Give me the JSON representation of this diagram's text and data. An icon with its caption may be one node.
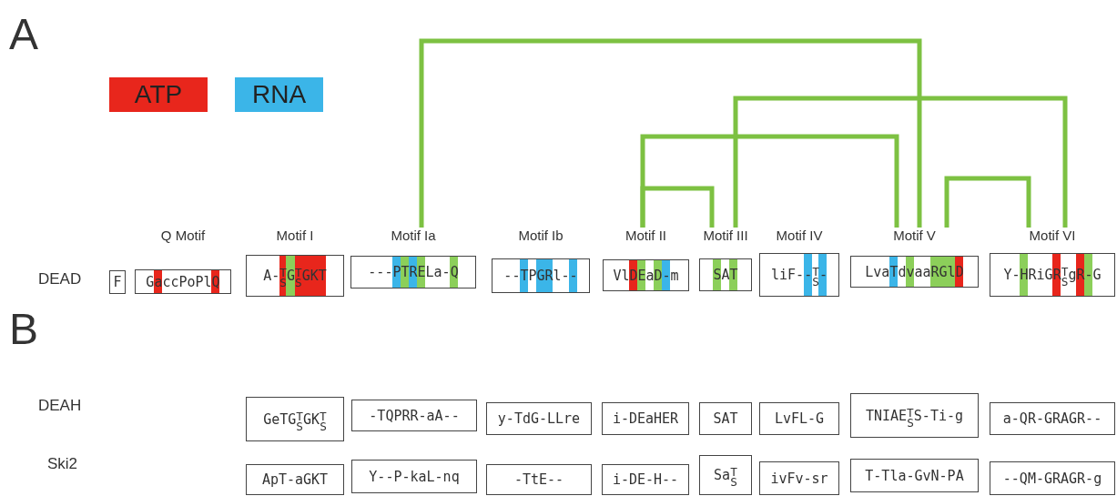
{
  "diagram": {
    "nodes": [
      {
        "text": [
          "F"
        ]
      },
      {
        "text": [
          "Q Motif",
          "GaccPoPlQ"
        ]
      },
      {
        "text": [
          "Motif I",
          "A-$^{T}$$_{S}$G$^{T}$$_{S}$GKT"
        ]
      },
      {
        "text": [
          "Motif Ia",
          "---PTRELa-Q"
        ]
      },
      {
        "text": [
          "Motif Ib",
          "--TPGRl--"
        ]
      },
      {
        "text": [
          "Motif II",
          "VlDEaD-m"
        ]
      },
      {
        "text": [
          "Motif III",
          "SAT"
        ]
      },
      {
        "text": [
          "Motif IV",
          "liF--$^{T}$$_{S}$-"
        ]
      },
      {
        "text": [
          "Motif V",
          "LvaTdvaaRGlD"
        ]
      },
      {
        "text": [
          "Motif VI",
          "Y-HRiGR$^{T}$$_{S}$gR-G"
        ]
      },
      {
        "text": [
          "GeTG$^{T}$$_{S}$GK$^{T}$$_{S}$"
        ]
      },
      {
        "text": [
          "-TQPRR-aA--"
        ]
      },
      {
        "text": [
          "y-TdG-LLre"
        ]
      },
      {
        "text": [
          "i-DEaHER"
        ]
      },
      {
        "text": [
          "SAT"
        ]
      },
      {
        "text": [
          "LvFL-G"
        ]
      },
      {
        "text": [
          "TNIAE$^{T}$$_{S}$S-Ti-g"
        ]
      },
      {
        "text": [
          "a-QR-GRAGR--"
        ]
      },
      {
        "text": [
          "ApT-aGKT"
        ]
      },
      {
        "text": [
          "Y--P-kaL-nq"
        ]
      },
      {
        "text": [
          "-TtE--"
        ]
      },
      {
        "text": [
          "i-DE-H--"
        ]
      },
      {
        "text": [
          "Sa$^{T}$$_{S}$"
        ]
      },
      {
        "text": [
          "ivFv-sr"
        ]
      },
      {
        "text": [
          "T-Tla-GvN-PA"
        ]
      },
      {
        "text": [
          "--QM-GRAGR-g"
        ]
      }
    ],
    "edges": [
      {
        "from": 3,
        "to": 8,
        "arrow": "none"
      },
      {
        "from": 6,
        "to": 9,
        "arrow": "none"
      },
      {
        "from": 5,
        "to": 8,
        "arrow": "none"
      },
      {
        "from": 5,
        "to": 6,
        "arrow": "none"
      },
      {
        "from": 8,
        "to": 9,
        "arrow": "none"
      }
    ],
    "labels": [
      "A",
      "DEAD",
      "B",
      "DEAH",
      "Ski2"
    ],
    "legend": [
      {
        "text": "ATP",
        "color": "#e8261c"
      },
      {
        "text": "RNA",
        "color": "#3bb5e8"
      }
    ]
  }
}
